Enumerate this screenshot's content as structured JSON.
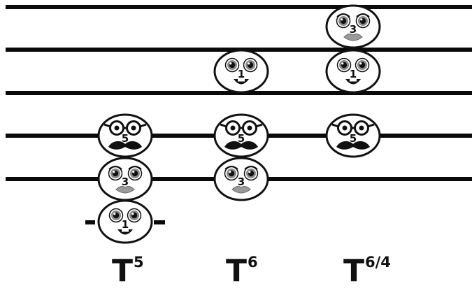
{
  "colors": {
    "line": "#0a0a0a",
    "face_fill": "#ffffff",
    "mouth": "#111111",
    "lips": "#9a9a9a",
    "iris": "#8a8a8a"
  },
  "chords": [
    {
      "label": "T",
      "figure": "5",
      "faces": [
        {
          "degree": "1",
          "character": "smile-face-icon"
        },
        {
          "degree": "3",
          "character": "lips-face-icon"
        },
        {
          "degree": "5",
          "character": "glasses-mustache-face-icon"
        }
      ]
    },
    {
      "label": "T",
      "figure": "6",
      "faces": [
        {
          "degree": "3",
          "character": "lips-face-icon"
        },
        {
          "degree": "5",
          "character": "glasses-mustache-face-icon"
        },
        {
          "degree": "1",
          "character": "smile-face-icon"
        }
      ]
    },
    {
      "label": "T",
      "figure": "6/4",
      "faces": [
        {
          "degree": "5",
          "character": "glasses-mustache-face-icon"
        },
        {
          "degree": "1",
          "character": "smile-face-icon"
        },
        {
          "degree": "3",
          "character": "lips-face-icon"
        }
      ]
    }
  ]
}
